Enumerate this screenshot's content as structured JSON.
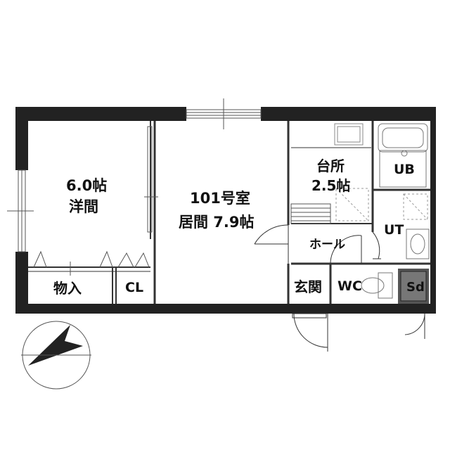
{
  "rooms": {
    "western_size": "6.0帖",
    "western_name": "洋間",
    "storage": "物入",
    "closet": "CL",
    "unit_number": "101号室",
    "living": "居間 7.9帖",
    "kitchen_name": "台所",
    "kitchen_size": "2.5帖",
    "bath": "UB",
    "utility": "UT",
    "hall": "ホール",
    "entrance": "玄関",
    "toilet": "WC",
    "shoe_storage": "Sd"
  },
  "compass": {
    "icon": "north-arrow-icon"
  },
  "colors": {
    "wall": "#222222",
    "fixture": "#888888",
    "line": "#333333"
  }
}
